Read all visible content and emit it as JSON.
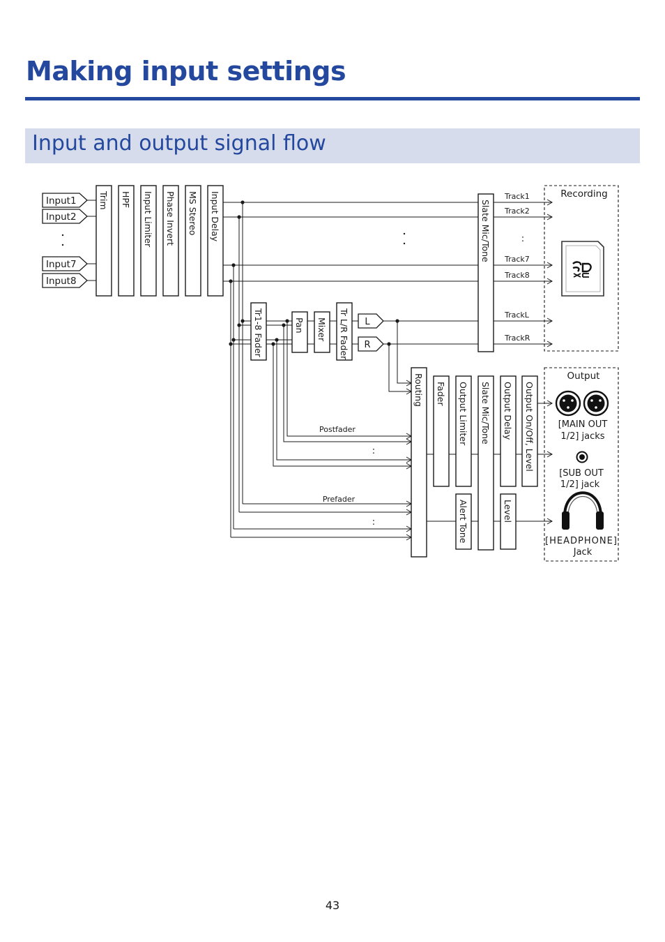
{
  "page": {
    "title": "Making input settings",
    "section_title": "Input and output signal flow",
    "page_number": "43"
  },
  "colors": {
    "accent": "#23489e",
    "section_background": "#d6dceb",
    "line": "#1a1a1a"
  },
  "diagram": {
    "inputs": [
      "Input1",
      "Input2",
      "Input7",
      "Input8"
    ],
    "input_chain": [
      "Trim",
      "HPF",
      "Input Limiter",
      "Phase Invert",
      "MS Stereo",
      "Input Delay"
    ],
    "track_chain": [
      "Tr1-8 Fader",
      "Pan",
      "Mixer",
      "Tr L/R Fader"
    ],
    "lr_boxes": [
      "L",
      "R"
    ],
    "slate_record": "Slate Mic/Tone",
    "tracks": [
      "Track1",
      "Track2",
      "Track7",
      "Track8",
      "TrackL",
      "TrackR"
    ],
    "recording_label": "Recording",
    "output_label": "Output",
    "routing": "Routing",
    "output_chain": [
      "Fader",
      "Output Limiter",
      "Slate Mic/Tone",
      "Output Delay",
      "Output On/Off, Level"
    ],
    "headphone_chain": [
      "Alert Tone",
      "Level"
    ],
    "postfader_label": "Postfader",
    "prefader_label": "Prefader",
    "main_out_label": [
      "[MAIN OUT",
      "1/2]  jacks"
    ],
    "sub_out_label": [
      "[SUB OUT",
      "1/2]  jack"
    ],
    "headphone_label": [
      "[HEADPHONE]",
      "Jack"
    ],
    "ellipsis": ":",
    "icons": [
      "sd-card-icon",
      "xlr-jack-icon",
      "mini-jack-icon",
      "headphones-icon"
    ]
  }
}
